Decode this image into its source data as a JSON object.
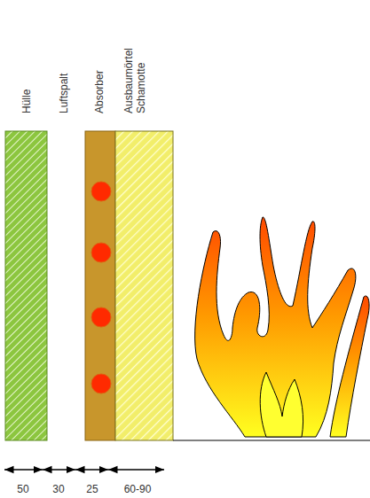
{
  "diagram": {
    "labels": [
      "Hülle",
      "Luftspalt",
      "Absorber",
      "Ausbaumörtel Schamotte",
      "50",
      "30",
      "25",
      "60-90"
    ]
  }
}
